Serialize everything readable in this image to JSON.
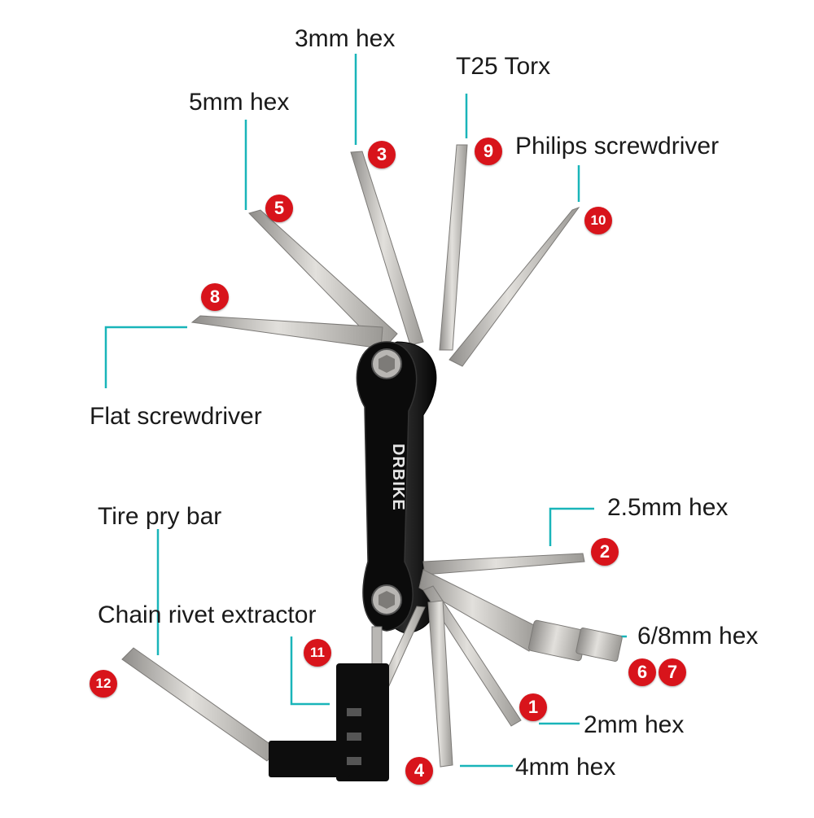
{
  "brand_text": "DRBIKE",
  "colors": {
    "callout": "#19b5b9",
    "badge": "#d8141b",
    "steel": "#c9c7c4",
    "body": "#111111"
  },
  "tools": [
    {
      "id": "3",
      "label": "3mm hex"
    },
    {
      "id": "9",
      "label": "T25 Torx"
    },
    {
      "id": "5",
      "label": "5mm hex"
    },
    {
      "id": "10",
      "label": "Philips screwdriver"
    },
    {
      "id": "8",
      "label": "Flat screwdriver"
    },
    {
      "id": "2",
      "label": "2.5mm hex"
    },
    {
      "id": "6",
      "label": "6/8mm hex"
    },
    {
      "id": "7",
      "label": ""
    },
    {
      "id": "1",
      "label": "2mm hex"
    },
    {
      "id": "4",
      "label": "4mm hex"
    },
    {
      "id": "11",
      "label": "Chain rivet extractor"
    },
    {
      "id": "12",
      "label": "Tire pry bar"
    }
  ]
}
